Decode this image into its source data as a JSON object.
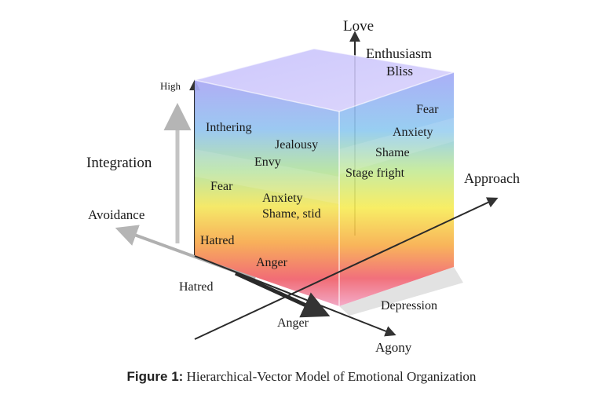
{
  "axes": {
    "love": "Love",
    "approach": "Approach",
    "avoidance": "Avoidance",
    "integration": "Integration",
    "high": "High",
    "agony": "Agony",
    "anger_axis": "Anger",
    "hatred_axis": "Hatred",
    "depression": "Depression"
  },
  "front_face": {
    "inthering": "Inthering",
    "jealousy": "Jealousy",
    "envy": "Envy",
    "fear": "Fear",
    "anxiety": "Anxiety",
    "shame_stid": "Shame, stid",
    "hatred": "Hatred",
    "anger": "Anger"
  },
  "side_face": {
    "fear": "Fear",
    "anxiety": "Anxiety",
    "shame": "Shame",
    "stage_fright": "Stage fright"
  },
  "top": {
    "enthusiasm": "Enthusiasm",
    "bliss": "Bliss"
  },
  "caption": {
    "number": "Figure 1:",
    "text": "Hierarchical-Vector Model of Emotional Organization"
  },
  "colors": {
    "violet": "#b6aef5",
    "blue": "#8ec7f2",
    "green": "#b9e3a6",
    "yellow": "#f6e45a",
    "orange": "#f7a24a",
    "red": "#f05a62",
    "pink": "#f08ab2"
  }
}
